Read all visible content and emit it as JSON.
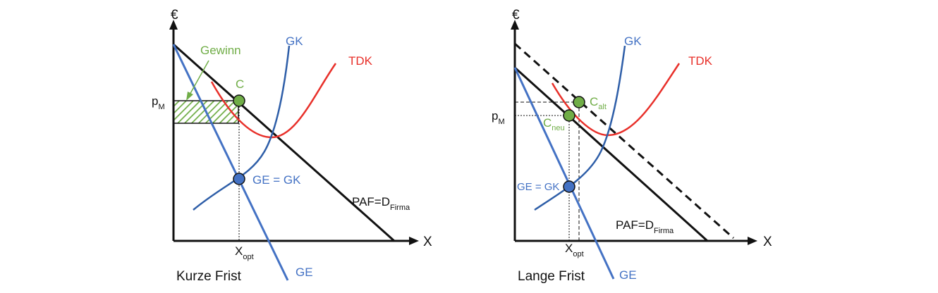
{
  "colors": {
    "axis": "#000000",
    "marginal_cost": "#4472c4",
    "marginal_revenue": "#4472c4",
    "average_cost": "#e8302a",
    "profit_and_points": "#70ad47",
    "point_mr_mc": "#4472c4"
  },
  "left": {
    "y_axis_label": "€",
    "x_axis_label": "X",
    "price_label_main": "p",
    "price_label_sub": "M",
    "quantity_label_main": "X",
    "quantity_label_sub": "opt",
    "mc_label": "GK",
    "atc_label": "TDK",
    "profit_label": "Gewinn",
    "point_c_label": "C",
    "intersection_label": "GE = GK",
    "demand_label_main": "PAF=D",
    "demand_label_sub": "Firma",
    "mr_label": "GE",
    "caption": "Kurze Frist"
  },
  "right": {
    "y_axis_label": "€",
    "x_axis_label": "X",
    "price_label_main": "p",
    "price_label_sub": "M",
    "quantity_label_main": "X",
    "quantity_label_sub": "opt",
    "mc_label": "GK",
    "atc_label": "TDK",
    "c_old_main": "C",
    "c_old_sub": "alt",
    "c_new_main": "C",
    "c_new_sub": "neu",
    "intersection_label": "GE = GK",
    "demand_label_main": "PAF=D",
    "demand_label_sub": "Firma",
    "mr_label": "GE",
    "caption": "Lange Frist"
  }
}
